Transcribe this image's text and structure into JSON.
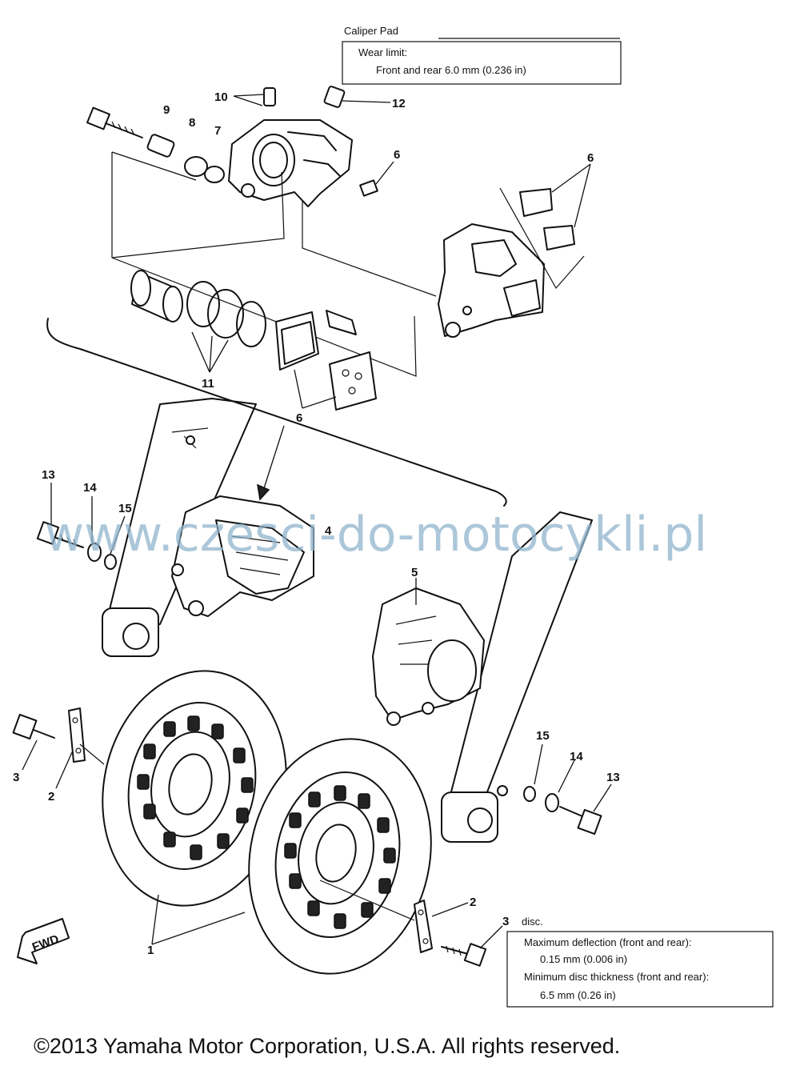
{
  "spec_pad": {
    "title": "Caliper   Pad",
    "line1": "Wear limit:",
    "line2": "Front and rear 6.0 mm (0.236 in)"
  },
  "spec_disc": {
    "title": "disc.",
    "line1": "Maximum deflection (front and rear):",
    "line2": "0.15 mm (0.006 in)",
    "line3": "Minimum disc thickness (front and rear):",
    "line4": "6.5 mm    (0.26 in)"
  },
  "labels": {
    "l1": "1",
    "l2a": "2",
    "l2b": "2",
    "l3a": "3",
    "l3b": "3",
    "l4": "4",
    "l5": "5",
    "l6a": "6",
    "l6b": "6",
    "l6c": "6",
    "l7": "7",
    "l8": "8",
    "l9": "9",
    "l10": "10",
    "l11": "11",
    "l12": "12",
    "l13a": "13",
    "l13b": "13",
    "l14a": "14",
    "l14b": "14",
    "l15a": "15",
    "l15b": "15"
  },
  "fwd_mark": "FWD",
  "watermark": "www.czesci-do-motocykli.pl",
  "copyright": "©2013 Yamaha Motor Corporation, U.S.A. All rights reserved."
}
